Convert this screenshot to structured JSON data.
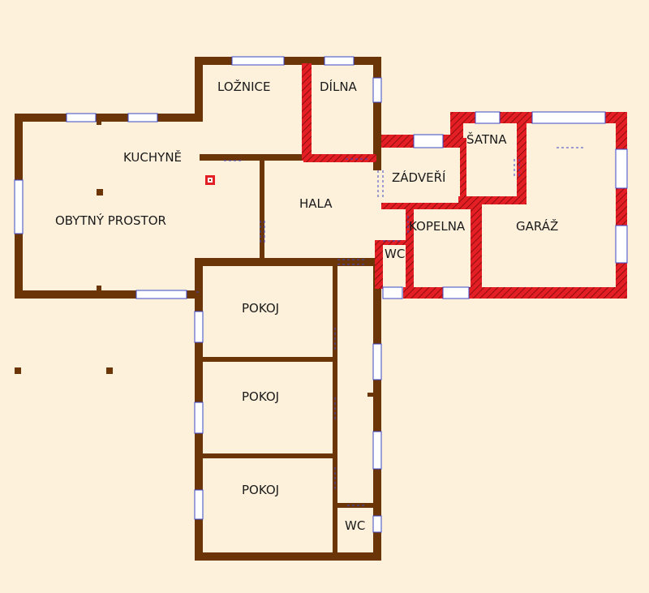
{
  "colors": {
    "background": "#fdf1dc",
    "existing_wall": "#6b3507",
    "new_wall": "#e31e24",
    "window": "#ffffff",
    "window_line": "#3a48c8"
  },
  "rooms": {
    "loznice": "LOŽNICE",
    "dilna": "DÍLNA",
    "kuchyne": "KUCHYNĚ",
    "satna": "ŠATNA",
    "zadveri": "ZÁDVEŘÍ",
    "hala": "HALA",
    "obytny_prostor": "OBYTNÝ PROSTOR",
    "kopelna": "KOPELNA",
    "garaz": "GARÁŽ",
    "wc_upper": "WC",
    "pokoj_1": "POKOJ",
    "pokoj_2": "POKOJ",
    "pokoj_3": "POKOJ",
    "wc_lower": "WC"
  }
}
